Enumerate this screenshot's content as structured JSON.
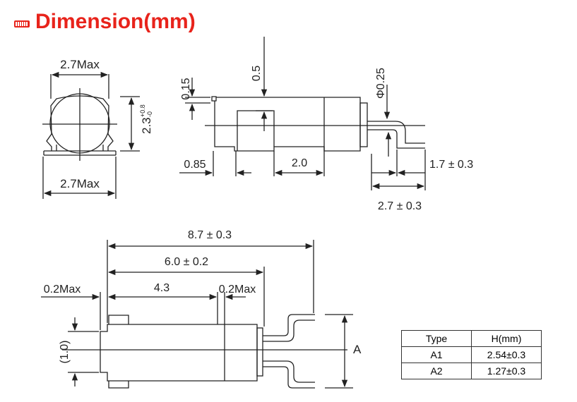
{
  "title": {
    "icon": "ruler-icon",
    "text": "Dimension(mm)",
    "color": "#e8231b"
  },
  "labels": {
    "top_width": "2.7Max",
    "bottom_width": "2.7Max",
    "height": "2.3",
    "height_tol_plus": "+0.8",
    "height_tol_minus": "-0",
    "d015": "0.15",
    "d05": "0.5",
    "phi025": "Φ0.25",
    "d085": "0.85",
    "d20": "2.0",
    "d17": "1.7 ± 0.3",
    "d27": "2.7 ± 0.3",
    "d87": "8.7 ± 0.3",
    "d60": "6.0 ± 0.2",
    "d43": "4.3",
    "d02a": "0.2Max",
    "d02b": "0.2Max",
    "d10": "(1.0)",
    "dA": "A"
  },
  "table": {
    "headers": [
      "Type",
      "H(mm)"
    ],
    "rows": [
      [
        "A1",
        "2.54±0.3"
      ],
      [
        "A2",
        "1.27±0.3"
      ]
    ]
  }
}
